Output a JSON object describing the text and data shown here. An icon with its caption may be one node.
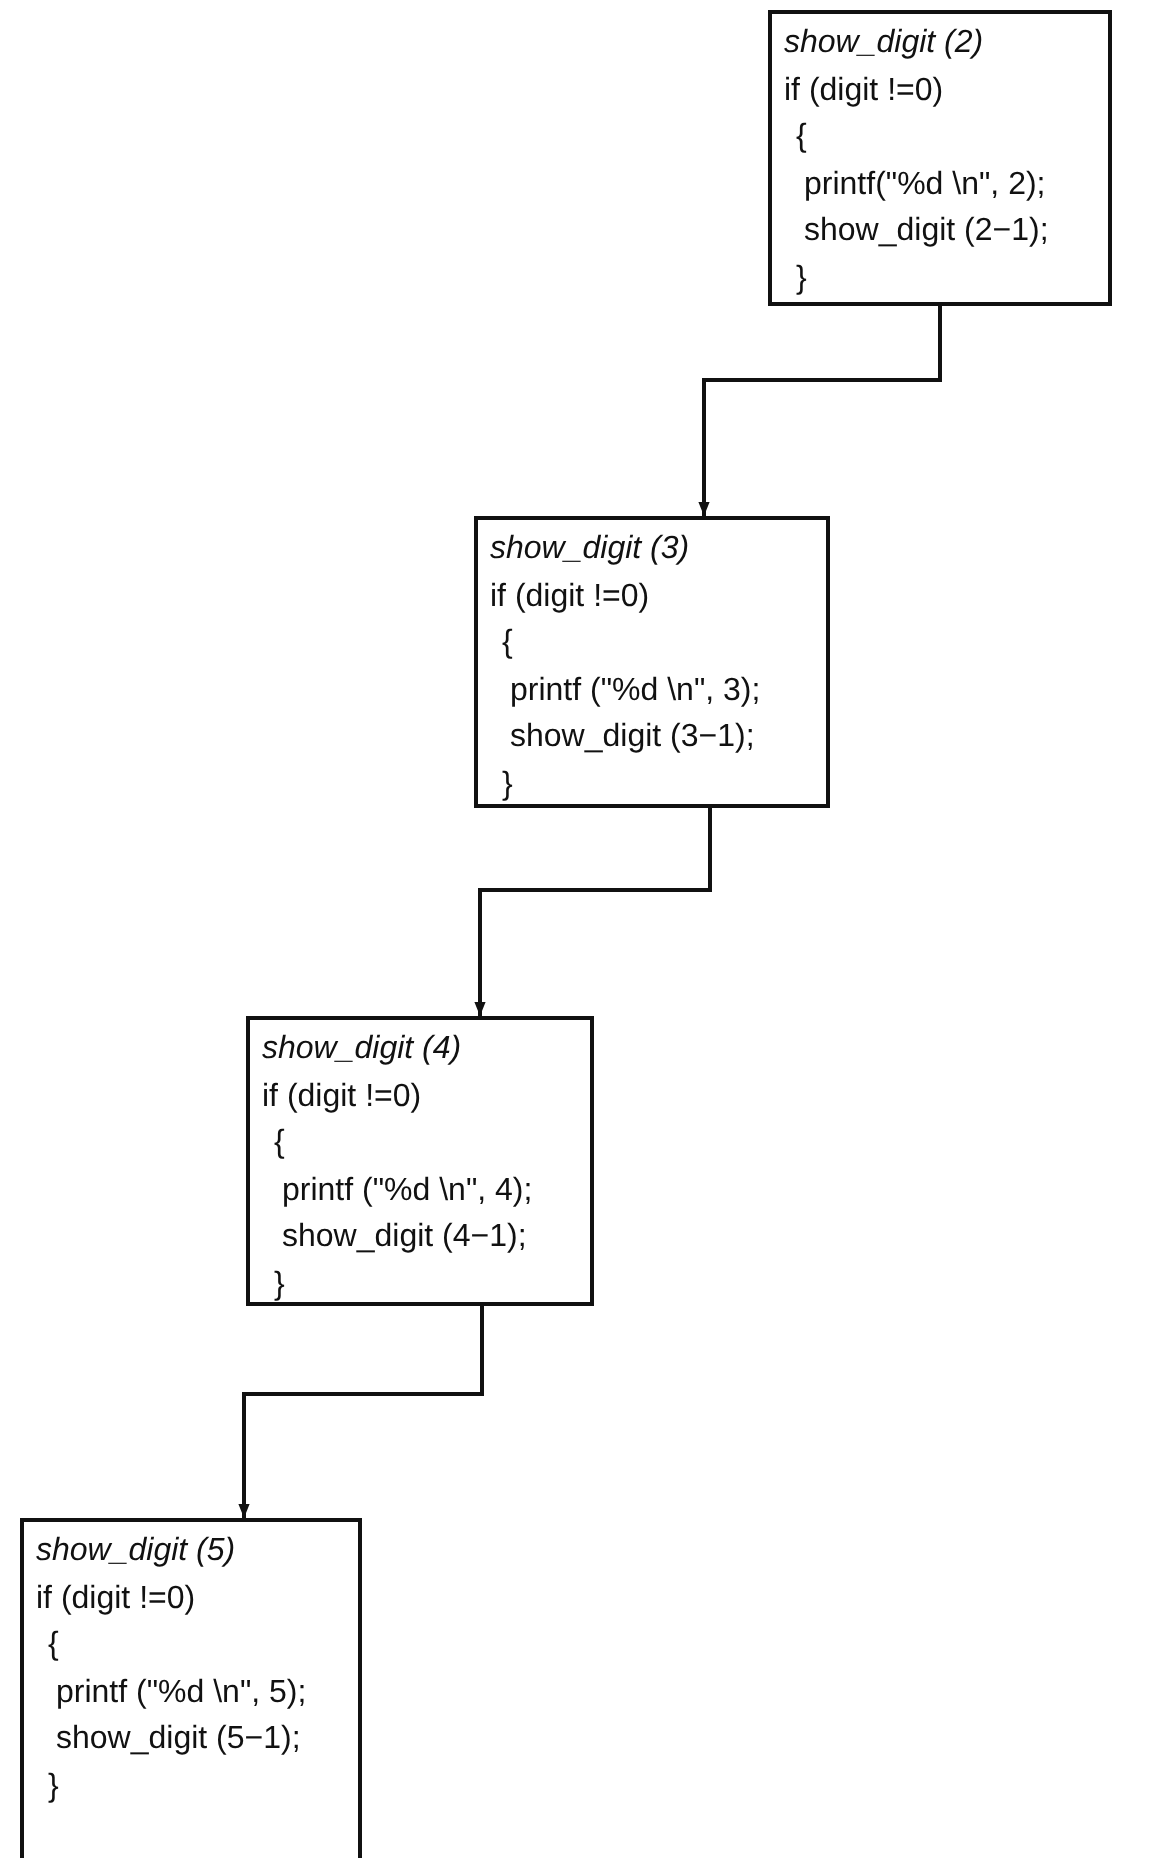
{
  "diagram": {
    "nodes": [
      {
        "text": [
          "show_digit (2)",
          "if (digit !=0)",
          "{",
          "printf(\"%d \\n\", 2);",
          "show_digit (2−1);",
          "}"
        ]
      },
      {
        "text": [
          "show_digit (3)",
          "if (digit !=0)",
          "{",
          "printf (\"%d \\n\", 3);",
          "show_digit (3−1);",
          "}"
        ]
      },
      {
        "text": [
          "show_digit (4)",
          "if (digit !=0)",
          "{",
          "printf (\"%d \\n\", 4);",
          "show_digit (4−1);",
          "}"
        ]
      },
      {
        "text": [
          "show_digit (5)",
          "if (digit !=0)",
          "{",
          "printf (\"%d \\n\", 5);",
          "show_digit (5−1);",
          "}"
        ]
      }
    ],
    "edges": [
      {
        "from": 0,
        "to": 1,
        "arrow": "to"
      },
      {
        "from": 1,
        "to": 2,
        "arrow": "to"
      },
      {
        "from": 2,
        "to": 3,
        "arrow": "to"
      }
    ]
  }
}
